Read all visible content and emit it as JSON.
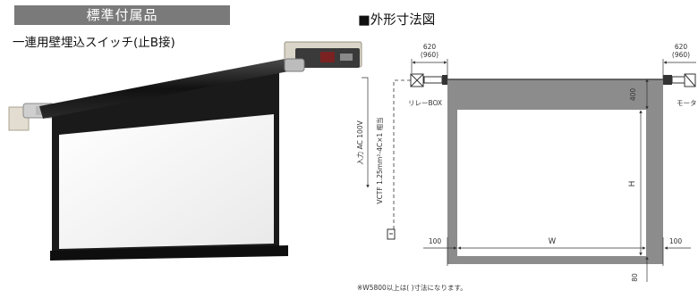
{
  "left_panel": {
    "banner_title": "標準付属品",
    "switch_label": "一連用壁埋込スイッチ(止B接)"
  },
  "right_panel": {
    "section_title": "■外形寸法図",
    "left_bracket_dim": "620",
    "left_bracket_dim_alt": "(960)",
    "right_bracket_dim": "620",
    "right_bracket_dim_alt": "(960)",
    "relay_label": "リレーBOX",
    "motor_label": "モータ",
    "wiring_label": "入力 AC 100V",
    "cable_label": "VCTF 1.25mm²-4C×1 相当",
    "top_black_dim": "400",
    "height_label": "H",
    "width_label": "W",
    "left_margin_dim": "100",
    "right_margin_dim": "100",
    "bottom_dim": "80",
    "footnote": "※W5800以上は( )寸法になります。"
  },
  "colors": {
    "banner_bg": "#7a7a7a",
    "screen_border": "#8c8c8c",
    "screen_surface": "#ffffff",
    "photo_screen_black": "#1a1a1a"
  }
}
